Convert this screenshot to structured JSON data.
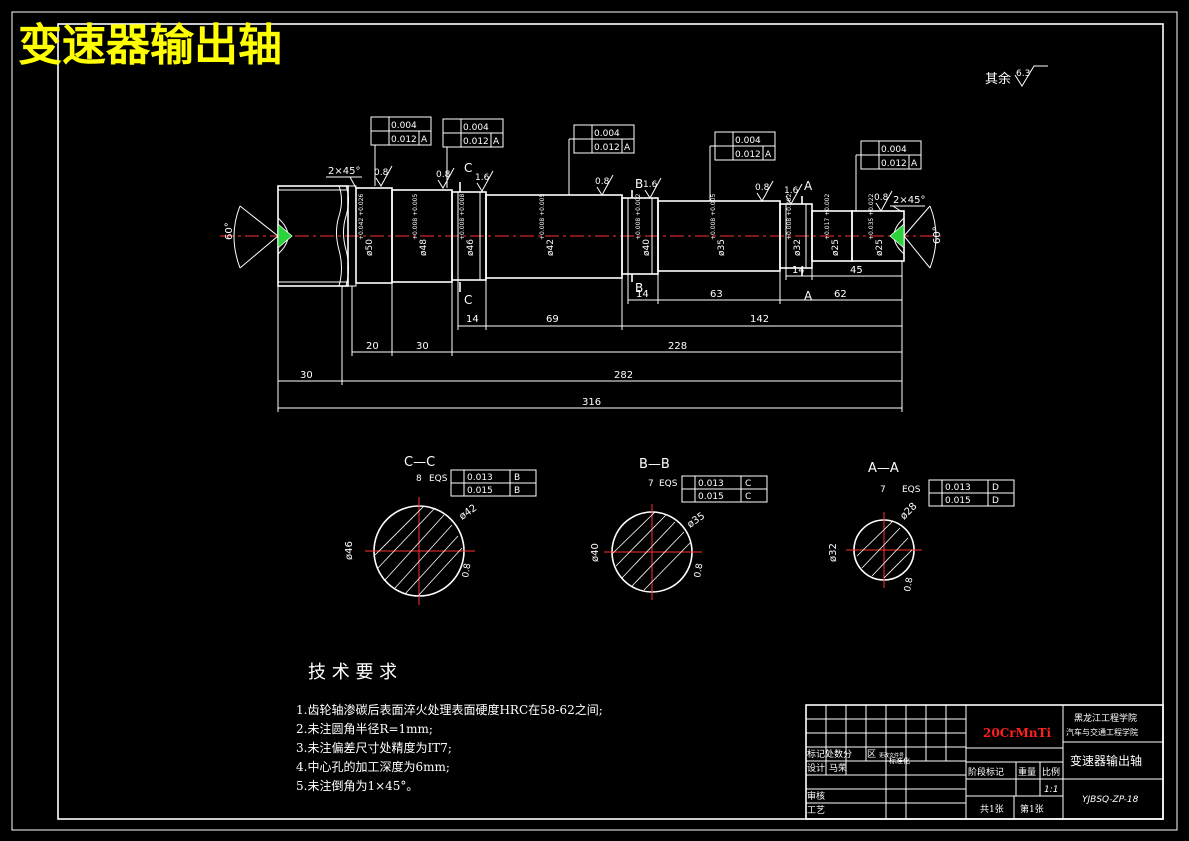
{
  "title": "变速器输出轴",
  "roughness_note": {
    "label": "其余",
    "value": "6.3"
  },
  "gdt_frames": {
    "f1": {
      "row1_value": "0.004",
      "row2_value": "0.012",
      "datum": "A"
    },
    "f2": {
      "row1_value": "0.004",
      "row2_value": "0.012",
      "datum": "A"
    },
    "f3": {
      "row1_value": "0.004",
      "row2_value": "0.012",
      "datum": "A"
    },
    "f4": {
      "row1_value": "0.004",
      "row2_value": "0.012",
      "datum": "A"
    },
    "f5": {
      "row1_value": "0.004",
      "row2_value": "0.012",
      "datum": "A"
    }
  },
  "roughness": {
    "r1": "0.8",
    "r2": "0.8",
    "r3": "1.6",
    "r4": "0.8",
    "r5": "1.6",
    "r6": "0.8",
    "r7": "1.6",
    "r8": "0.8"
  },
  "chamfers": {
    "left": "2×45°",
    "right": "2×45°"
  },
  "angles": {
    "left": "60°",
    "right": "60°"
  },
  "diameters": {
    "d50": "ø50",
    "d50_tol": "+0.042 +0.026",
    "d48": "ø48",
    "d48_tol": "+0.008 +0.005",
    "d46": "ø46",
    "d46_tol": "+0.008 +0.008",
    "d42": "ø42",
    "d42_tol": "+0.008 +0.005",
    "d40": "ø40",
    "d40_tol": "+0.008 +0.002",
    "d35": "ø35",
    "d35_tol": "+0.008 +0.005",
    "d32": "ø32",
    "d32_tol": "+0.008 +0.002",
    "d25a": "ø25",
    "d25a_tol": "+0.017 +0.002",
    "d25b": "ø25",
    "d25b_tol": "+0.035 +0.022"
  },
  "section_markers": {
    "c": "C",
    "b": "B",
    "a": "A"
  },
  "dimensions": {
    "d14a": "14",
    "d69": "69",
    "d142": "142",
    "d14b": "14",
    "d63": "63",
    "d14c": "14",
    "d45": "45",
    "d62": "62",
    "d20": "20",
    "d30a": "30",
    "d228": "228",
    "d30b": "30",
    "d282": "282",
    "d316": "316"
  },
  "sections": {
    "cc": {
      "label": "C—C",
      "width": "8",
      "eqs": "EQS",
      "pos_value": "0.013",
      "pos_datums": "B",
      "sym_value": "0.015",
      "sym_datum": "B",
      "dia": "ø46",
      "inner": "ø42",
      "rough": "0.8"
    },
    "bb": {
      "label": "B—B",
      "width": "7",
      "eqs": "EQS",
      "pos_value": "0.013",
      "pos_datums": "C",
      "sym_value": "0.015",
      "sym_datum": "C",
      "dia": "ø40",
      "inner": "ø35",
      "rough": "0.8"
    },
    "aa": {
      "label": "A—A",
      "width": "7",
      "eqs": "EQS",
      "pos_value": "0.013",
      "pos_datums": "D",
      "sym_value": "0.015",
      "sym_datum": "D",
      "dia": "ø32",
      "inner": "ø28",
      "rough": "0.8"
    }
  },
  "tech_requirements": {
    "heading": "技 术 要 求",
    "items": [
      "1.齿轮轴渗碳后表面淬火处理表面硬度HRC在58-62之间;",
      "2.未注圆角半径R=1mm;",
      "3.未注偏差尺寸处精度为IT7;",
      "4.中心孔的加工深度为6mm;",
      "5.未注倒角为1×45°。"
    ]
  },
  "title_block": {
    "material": "20CrMnTi",
    "school_line1": "黑龙江工程学院",
    "school_line2": "汽车与交通工程学院",
    "part_name": "变速器输出轴",
    "drawing_no": "YJBSQ-ZP-18",
    "mark": "标记处数分",
    "zone": "区",
    "doc": "更改文件号",
    "design": "设计",
    "std_name": "马荣",
    "standardize": "标准化",
    "stage": "阶段标记",
    "weight": "重量",
    "scale_label": "比例",
    "scale": "1:1",
    "review": "审核",
    "process": "工艺",
    "sheets_total": "共1张",
    "sheet_no": "第1张"
  },
  "colors": {
    "line": "#ffffff",
    "center": "#ff3030",
    "title": "#ffff00",
    "material": "#ff2020"
  }
}
